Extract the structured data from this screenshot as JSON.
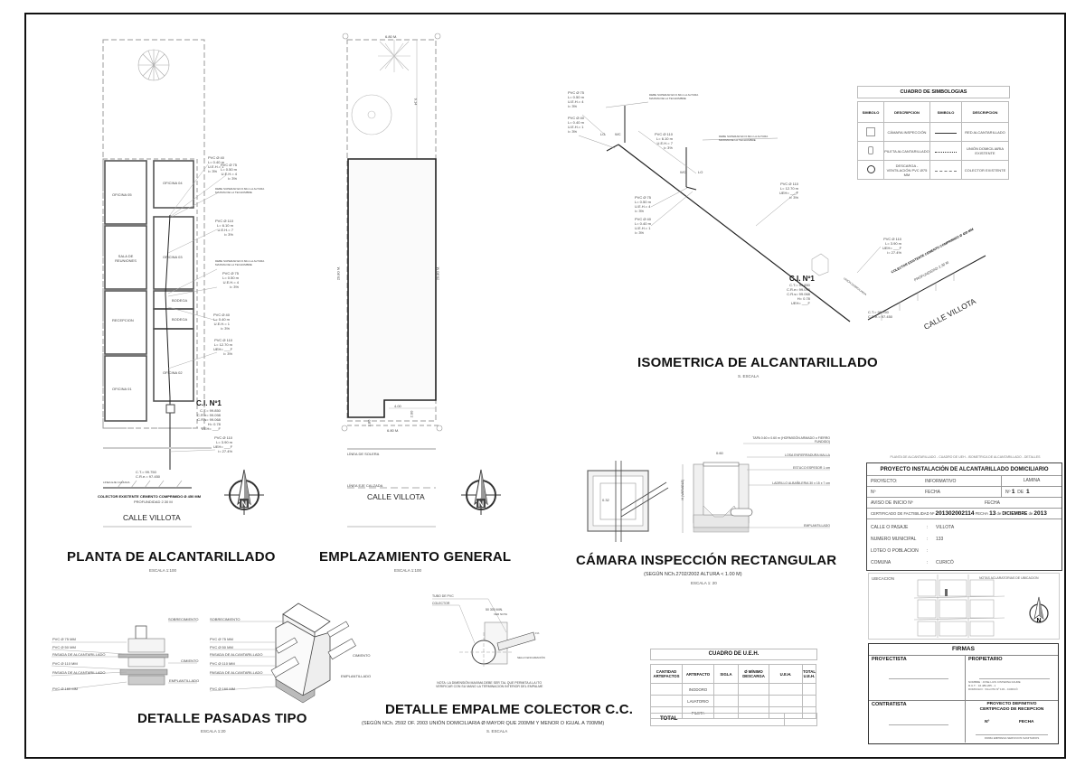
{
  "sheet": {
    "header_strip": "PLANTA DE ALCANTARILLADO - CUADRO DE UEH - ISOMETRICA DE ALCANTARILLADO - DETALLES"
  },
  "planta": {
    "title": "PLANTA DE ALCANTARILLADO",
    "scale": "ESCALA 1:100",
    "street": "CALLE VILLOTA",
    "rooms": [
      "OFICINA 05",
      "OFICINA 04",
      "SALA DE REUNIONES",
      "OFICINA 03",
      "BODEGA",
      "BODEGA",
      "RECEPCION",
      "OFICINA 02",
      "OFICINA 01"
    ],
    "labels": [
      {
        "text": "PVC Ø 40\nL= 0.40 m\nU.E.H.= 1\ni= 3%"
      },
      {
        "text": "PVC Ø 75\nL= 0.50 m\nU.E.H.= 4\ni= 3%"
      },
      {
        "text": "DEBE SUPERAR EN 0.60m LA ALTURA\nMAXIMA DE LA TECHUMBRE"
      },
      {
        "text": "PVC Ø 110\nL= 6.10 m\nU.E.H.= 7\ni= 3%"
      },
      {
        "text": "DEBE SUPERAR EN 0.60m LA ALTURA\nMAXIMA DE LA TECHUMBRE"
      },
      {
        "text": "PVC Ø 75\nL= 0.50 m\nU.E.H.= 4\ni= 3%"
      },
      {
        "text": "PVC Ø 40\nL= 0.40 m\nU.E.H.= 1\ni= 3%"
      },
      {
        "text": "PVC Ø 110\nL= 12.70 m\nUEH= ___F\ni= 3%"
      },
      {
        "text": "PVC Ø 110\nL= 3.90 m\nUEH= ___F\ni= 27.4%"
      }
    ],
    "ci": {
      "title": "C.I. Nº1",
      "lines": [
        "C.T.= 99.850",
        "C.R.e= 99.098",
        "C.R.s= 99.068",
        "H= 0.78",
        "UEH= ___F"
      ]
    },
    "collector_ct": "C.T.= 99.750\nC.R.e.= 97.450",
    "linea_calzada": "LINEA EJE CALZADA",
    "collector": "COLECTOR EXISTENTE CEMENTO COMPRIMIDO Ø 450 MM",
    "profundidad": "PROFUNDIDAD 2.30 M",
    "union": "UNIÓN DOMICILIARIA"
  },
  "emplazamiento": {
    "title": "EMPLAZAMIENTO GENERAL",
    "scale": "ESCALA 1:100",
    "street": "CALLE VILLOTA",
    "dims": {
      "top": "6.80 M.",
      "bottom": "6.80 M.",
      "left": "29.80 M.",
      "right": "29.80 M.",
      "notch_w": "4.00",
      "notch_h": "2.00",
      "notch_left": "2.80",
      "yard": "9.14"
    },
    "axes": [
      "B",
      "C",
      "A",
      "D"
    ],
    "linea_solera": "LÍNEA DE SOLERA",
    "linea_calzada": "LÍNEA EJE CALZADA"
  },
  "isometrica": {
    "title": "ISOMETRICA DE ALCANTARILLADO",
    "scale": "S. ESCALA",
    "street": "CALLE VILLOTA",
    "collector": "COLECTOR EXISTENTE CEMENTO COMPRIMIDO Ø 450 MM",
    "profundidad": "PROFUNDIDAD 2.30 M",
    "union": "UNIÓN DOMICILIARIA",
    "labels": [
      {
        "text": "PVC Ø 75\nL= 0.50 m\nU.E.H.= 4\ni= 3%"
      },
      {
        "text": "PVC Ø 40\nL= 0.40 m\nU.E.H.= 1\ni= 3%"
      },
      {
        "text": "DEBE SUPERAR EN 0.60m LA ALTURA\nMAXIMA DE LA TECHUMBRE"
      },
      {
        "text": "PVC Ø 110\nL= 6.10 m\nU.E.H.= 7\ni= 3%"
      },
      {
        "text": "DEBE SUPERAR EN 0.60m LA ALTURA\nMAXIMA DE LA TECHUMBRE"
      },
      {
        "text": "PVC Ø 75\nL= 0.50 m\nU.E.H.= 4\ni= 3%"
      },
      {
        "text": "PVC Ø 40\nL= 0.40 m\nU.E.H.= 1\ni= 3%"
      },
      {
        "text": "PVC Ø 110\nL= 12.70 m\nUEH= ___F\ni= 3%"
      },
      {
        "text": "PVC Ø 110\nL= 3.90 m\nUEH= ___F\ni= 27.4%"
      }
    ],
    "fixtures": [
      "LO",
      "WC",
      "P",
      "WC",
      "LO",
      "P"
    ],
    "ci": {
      "title": "C.I. Nº1",
      "lines": [
        "C.T.= 99.850",
        "C.R.e= 99.098",
        "C.R.s= 99.068",
        "H= 0.78",
        "UEH= ___F"
      ]
    },
    "collector_ct": "C.T.= 99.750\nC.R.e.= 97.450"
  },
  "simbologias": {
    "title": "CUADRO DE SIMBOLOGIAS",
    "headers": [
      "SIMBOLO",
      "DESCRIPCION",
      "SIMBOLO",
      "DESCRIPCION"
    ],
    "rows": [
      {
        "sym1": "square",
        "desc1": "CÁMARA INSPECCIÓN",
        "sym2": "solid-line",
        "desc2": "RED ALCANTARILLADO"
      },
      {
        "sym1": "pileta",
        "desc1": "PILETA ALCANTARILLADO",
        "sym2": "dotted-line",
        "desc2": "UNIÓN DOMICILIARIA EXISTENTE"
      },
      {
        "sym1": "circle",
        "desc1": "DESCARGA - VENTILACIÓN PVC Ø75 MM",
        "sym2": "hatched-line",
        "desc2": "COLECTOR EXISTENTE"
      }
    ]
  },
  "camara": {
    "title": "CÁMARA INSPECCIÓN RECTANGULAR",
    "subtitle": "(SEGÚN NCh.2702/2002 ALTURA < 1.00 M)",
    "scale": "ESCALA 1: 20",
    "labels": [
      "TAPA 0.60 x 0.60 m (HORMIGÓN ARMADO o FIERRO FUNDIDO)",
      "LOSA ENFIERRADURA MALLA",
      "ESTUCO ESPESOR 1 cm",
      "LADRILLO ALBAÑILERIA 30 x 15 x 7 cm",
      "EMPLANTILLADO"
    ],
    "dims": {
      "w": "0.60",
      "plan_w": "0.32",
      "plan_h": "0.72",
      "h": "H (VARIABLE)",
      "h2": "≥0.15",
      "base": "0.15",
      "slope": "0.05"
    }
  },
  "pasadas": {
    "title": "DETALLE PASADAS TIPO",
    "scale": "ESCALA 1:20",
    "left_labels": [
      "PVC Ø 75 MM",
      "PVC Ø 50 MM",
      "PASADA DE ALCANTARILLADO",
      "PVC Ø 110 MM",
      "PASADA DE ALCANTARILLADO",
      "PVC Ø 160 MM"
    ],
    "right_labels": [
      "SOBRECIMIENTO",
      "CIMIENTO",
      "EMPLANTILLADO"
    ],
    "iso_labels": [
      "SOBRECIMIENTO",
      "PVC Ø 75 MM",
      "PVC Ø 50 MM",
      "PASADA DE ALCANTARILLADO",
      "PVC Ø 110 MM",
      "PASADA DE ALCANTARILLADO",
      "PVC Ø 160 MM"
    ],
    "iso_right": [
      "CIMIENTO",
      "EMPLANTILLADO"
    ]
  },
  "empalme": {
    "title": "DETALLE EMPALME COLECTOR C.C.",
    "subtitle": "(SEGÚN NCh. 2592 OF. 2003 UNIÓN DOMICILIARIA Ø MAYOR QUE 200MM Y MENOR O IGUAL A 700MM)",
    "scale": "S. ESCALA",
    "labels": [
      "TUBO DE PVC",
      "COLECTOR",
      "50  300 MIN.",
      "VER NOTA",
      "SELLO ENCAMACIÓN",
      "1%"
    ],
    "note": "NOTA: LA DIMENSIÓN MAXIMA DEBE SER TAL QUE PERMITA A LA ITO\nVERIFICAR CON SU MANO LA TERMINACION INTERIOR DEL EMPALME"
  },
  "ueh": {
    "title": "CUADRO DE U.E.H.",
    "headers": [
      "CANTIDAD ARTEFACTOS",
      "ARTEFACTO",
      "SIGLA",
      "Ø MÍNIMO DESCARGA",
      "U.E.H.",
      "TOTAL U.E.H."
    ],
    "rows": [
      [
        "",
        "INODORO",
        "",
        "",
        "",
        ""
      ],
      [
        "",
        "LAVATORIO",
        "",
        "",
        "",
        ""
      ],
      [
        "",
        "PILETA",
        "",
        "",
        "",
        ""
      ]
    ],
    "total_label": "TOTAL"
  },
  "title_block": {
    "project_title": "PROYECTO  INSTALACIÓN DE ALCANTARILLADO DOMICILIARIO",
    "proyecto_label": "PROYECTO:",
    "proyecto_value": "INFORMATIVO",
    "lamina_label": "LAMINA",
    "n_label": "Nº",
    "fecha_label": "FECHA",
    "lamina_n_label": "Nº",
    "lamina_n": "1",
    "lamina_de": "DE",
    "lamina_total": "1",
    "aviso_label": "AVISO DE INICIO Nº",
    "aviso_fecha": "FECHA",
    "cert_label": "CERTIFICADO DE FACTIBILIDAD Nº",
    "cert_number": "201302002114",
    "cert_fecha_label": "FECHA",
    "cert_day": "13",
    "cert_de1": "de",
    "cert_month": "DICIEMBRE",
    "cert_de2": "de",
    "cert_year": "2013",
    "fields": [
      {
        "label": "CALLE O PASAJE",
        "value": "VILLOTA"
      },
      {
        "label": "NUMERO MUNICIPAL",
        "value": "133"
      },
      {
        "label": "LOTEO O POBLACION",
        "value": ""
      },
      {
        "label": "COMUNA",
        "value": "CURICÓ"
      }
    ],
    "ubicacion_label": "UBICACION",
    "notas_label": "NOTAS ACLARATORIAS DE UBICACION"
  },
  "firmas": {
    "title": "FIRMAS",
    "proyectista": "PROYECTISTA",
    "propietario": "PROPIETARIO",
    "owner_lines": [
      "NOMBRE    : JOSE LUIS CISTERNA FAURE",
      "R.U.T.       : 16.489.265 - 1",
      "DOMICILIO : VILLOTA Nº 133 - CURICÓ"
    ],
    "contratista": "CONTRATISTA",
    "recepcion_title": "PROYECTO DEFINITIVO\nCERTIFICADO DE RECEPCION",
    "rec_n": "Nº",
    "rec_fecha": "FECHA",
    "firma_empresa": "FIRMA EMPRESA SERVICIOS SANITARIOS"
  },
  "north_label": "N"
}
